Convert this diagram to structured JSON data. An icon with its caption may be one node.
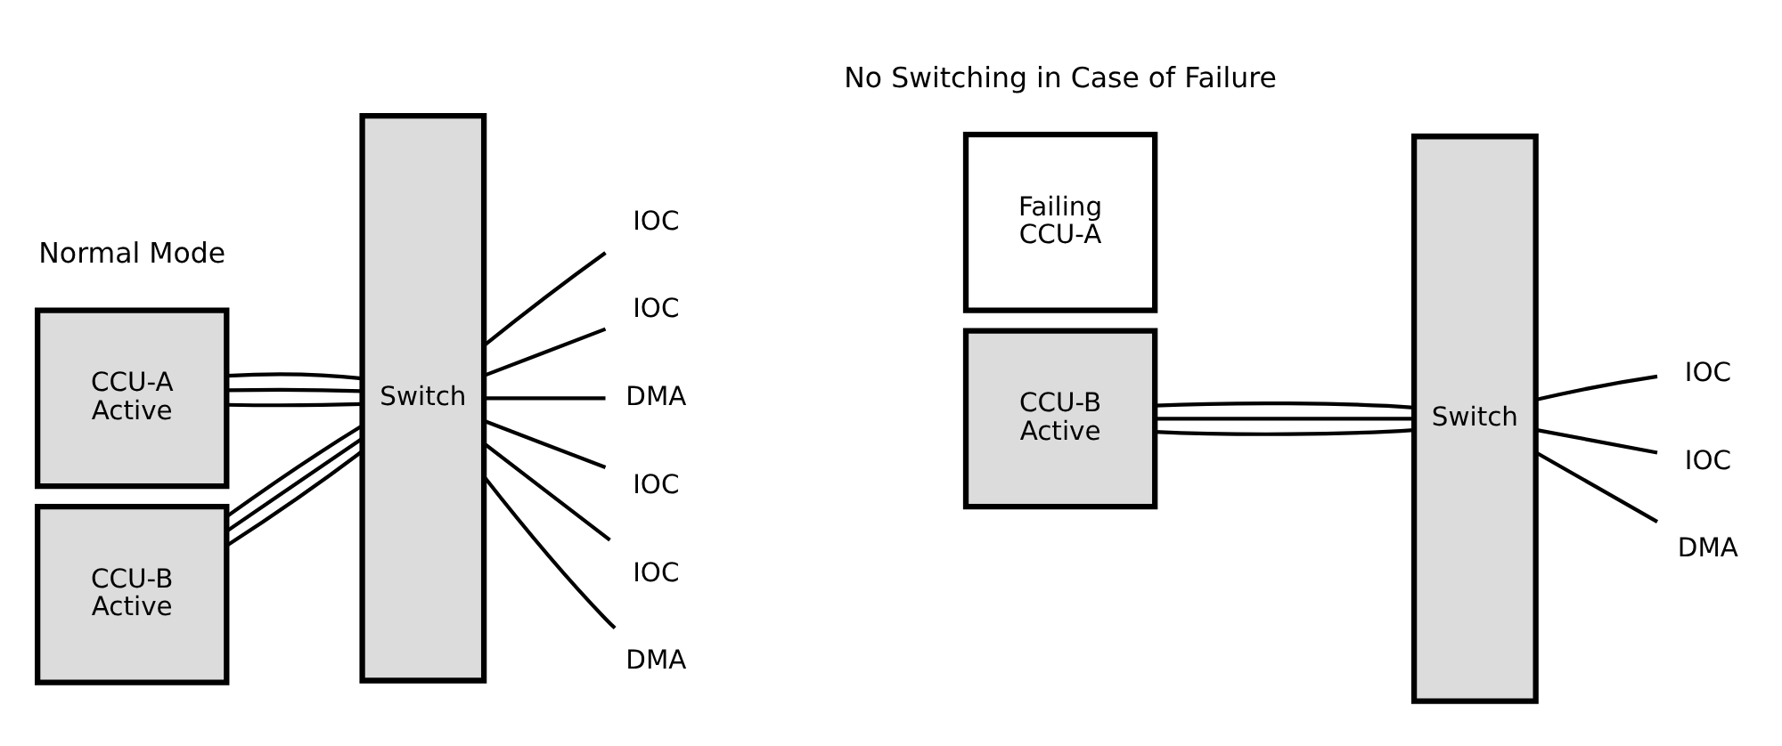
{
  "diagram": {
    "nodes": [
      {
        "text": [
          "CCU-A",
          "Active"
        ]
      },
      {
        "text": [
          "Switch"
        ]
      },
      {
        "text": [
          "CCU-B",
          "Active"
        ]
      },
      {
        "text": [
          "IOC"
        ]
      },
      {
        "text": [
          "IOC"
        ]
      },
      {
        "text": [
          "DMA"
        ]
      },
      {
        "text": [
          "IOC"
        ]
      },
      {
        "text": [
          "IOC"
        ]
      },
      {
        "text": [
          "DMA"
        ]
      },
      {
        "text": [
          "Failing",
          "CCU-A"
        ]
      },
      {
        "text": [
          "Switch"
        ]
      },
      {
        "text": [
          "CCU-B",
          "Active"
        ]
      },
      {
        "text": [
          "IOC"
        ]
      },
      {
        "text": [
          "IOC"
        ]
      },
      {
        "text": [
          "DMA"
        ]
      }
    ],
    "edges": [
      {
        "from": 0,
        "to": 1,
        "arrow": "none"
      },
      {
        "from": 0,
        "to": 1,
        "arrow": "none"
      },
      {
        "from": 0,
        "to": 1,
        "arrow": "none"
      },
      {
        "from": 1,
        "to": 3,
        "arrow": "none"
      },
      {
        "from": 1,
        "to": 4,
        "arrow": "none"
      },
      {
        "from": 1,
        "to": 5,
        "arrow": "none"
      },
      {
        "from": 2,
        "to": 1,
        "arrow": "none"
      },
      {
        "from": 2,
        "to": 1,
        "arrow": "none"
      },
      {
        "from": 2,
        "to": 1,
        "arrow": "none"
      },
      {
        "from": 1,
        "to": 6,
        "arrow": "none"
      },
      {
        "from": 1,
        "to": 7,
        "arrow": "none"
      },
      {
        "from": 1,
        "to": 8,
        "arrow": "none"
      },
      {
        "from": 11,
        "to": 10,
        "arrow": "none"
      },
      {
        "from": 11,
        "to": 10,
        "arrow": "none"
      },
      {
        "from": 11,
        "to": 10,
        "arrow": "none"
      },
      {
        "from": 10,
        "to": 12,
        "arrow": "none"
      },
      {
        "from": 10,
        "to": 13,
        "arrow": "none"
      },
      {
        "from": 10,
        "to": 14,
        "arrow": "none"
      }
    ],
    "labels": [
      "Normal Mode",
      "No Switching in Case of Failure"
    ]
  }
}
